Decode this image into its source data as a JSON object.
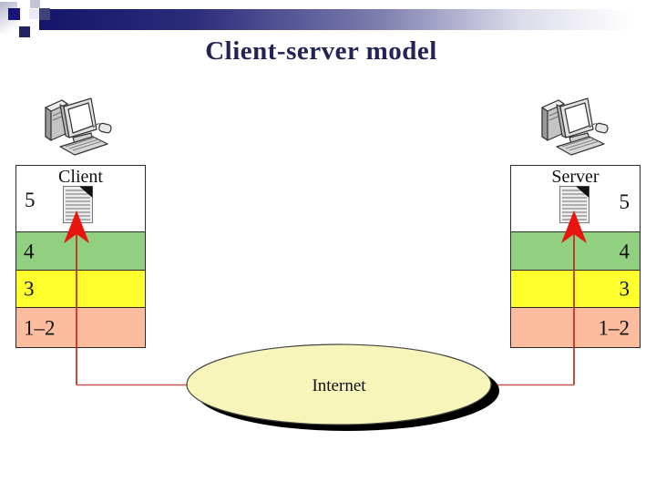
{
  "title": "Client-server model",
  "client_stack": {
    "header": "Client",
    "layers": [
      {
        "label": "5",
        "color": "#ffffff"
      },
      {
        "label": "4",
        "color": "#90d080"
      },
      {
        "label": "3",
        "color": "#ffff2e"
      },
      {
        "label": "1–2",
        "color": "#fbbd9e"
      }
    ]
  },
  "server_stack": {
    "header": "Server",
    "layers": [
      {
        "label": "5",
        "color": "#ffffff"
      },
      {
        "label": "4",
        "color": "#90d080"
      },
      {
        "label": "3",
        "color": "#ffff2e"
      },
      {
        "label": "1–2",
        "color": "#fbbd9e"
      }
    ]
  },
  "internet_label": "Internet",
  "colors": {
    "title_navy": "#232358",
    "bar_navy": "#14146a",
    "internet_fill": "#f7f5ba",
    "arrow_red": "#e8150e",
    "connector_red": "#c4574f"
  }
}
